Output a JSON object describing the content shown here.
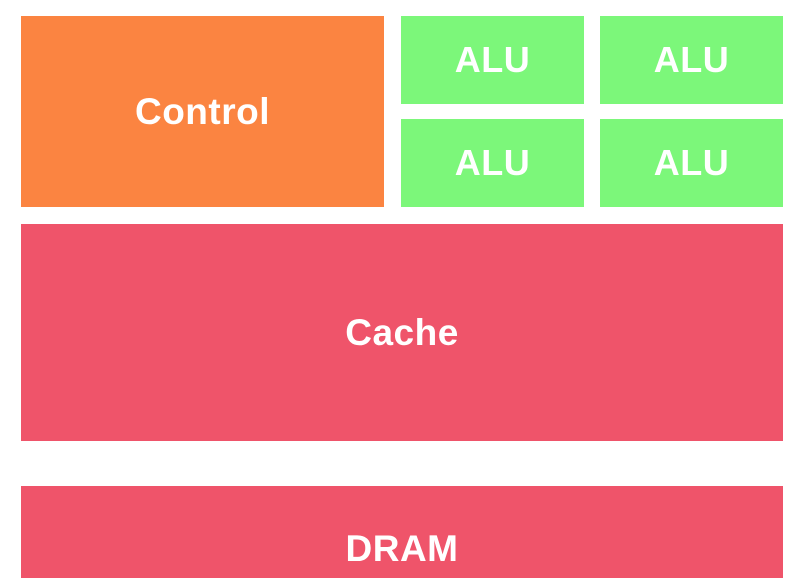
{
  "diagram": {
    "control": {
      "label": "Control",
      "color": "#fb8441"
    },
    "alus": [
      {
        "label": "ALU"
      },
      {
        "label": "ALU"
      },
      {
        "label": "ALU"
      },
      {
        "label": "ALU"
      }
    ],
    "alu_color": "#7cf77a",
    "cache": {
      "label": "Cache",
      "color": "#ef546a"
    },
    "dram": {
      "label": "DRAM",
      "color": "#ef546a"
    }
  }
}
